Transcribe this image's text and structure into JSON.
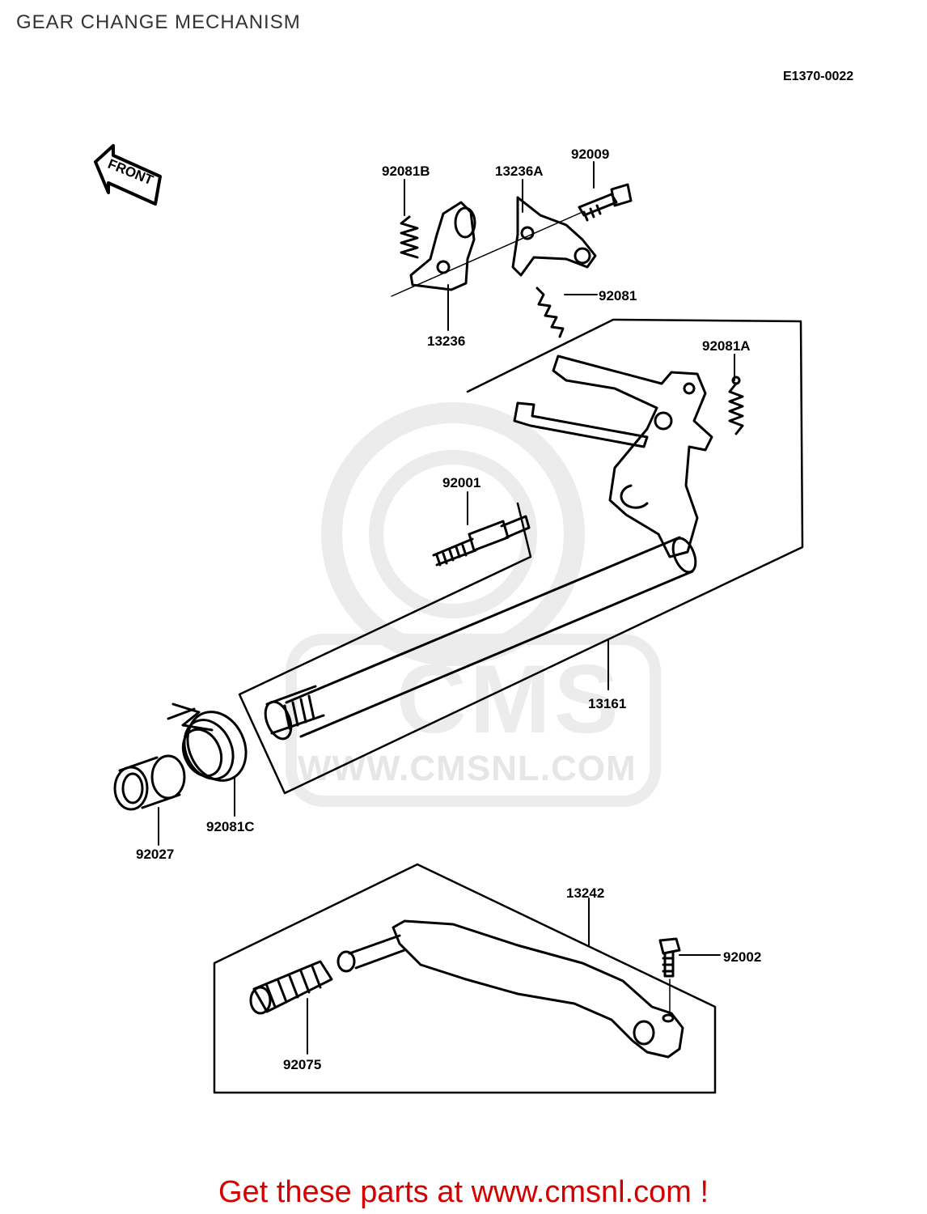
{
  "header": {
    "title": "GEAR CHANGE MECHANISM",
    "ref_code": "E1370-0022"
  },
  "front_marker": {
    "label": "FRONT",
    "icon": "front-arrow-icon"
  },
  "parts": [
    {
      "id": "92081B"
    },
    {
      "id": "13236A"
    },
    {
      "id": "92009"
    },
    {
      "id": "92081"
    },
    {
      "id": "13236"
    },
    {
      "id": "92081A"
    },
    {
      "id": "92001"
    },
    {
      "id": "13161"
    },
    {
      "id": "92081C"
    },
    {
      "id": "92027"
    },
    {
      "id": "13242"
    },
    {
      "id": "92002"
    },
    {
      "id": "92075"
    }
  ],
  "watermark": {
    "brand": "CMS",
    "url": "WWW.CMSNL.COM"
  },
  "footer": {
    "cta": "Get these parts at www.cmsnl.com !"
  },
  "colors": {
    "line": "#000000",
    "cta": "#d40000",
    "watermark": "#e6e6e6"
  }
}
